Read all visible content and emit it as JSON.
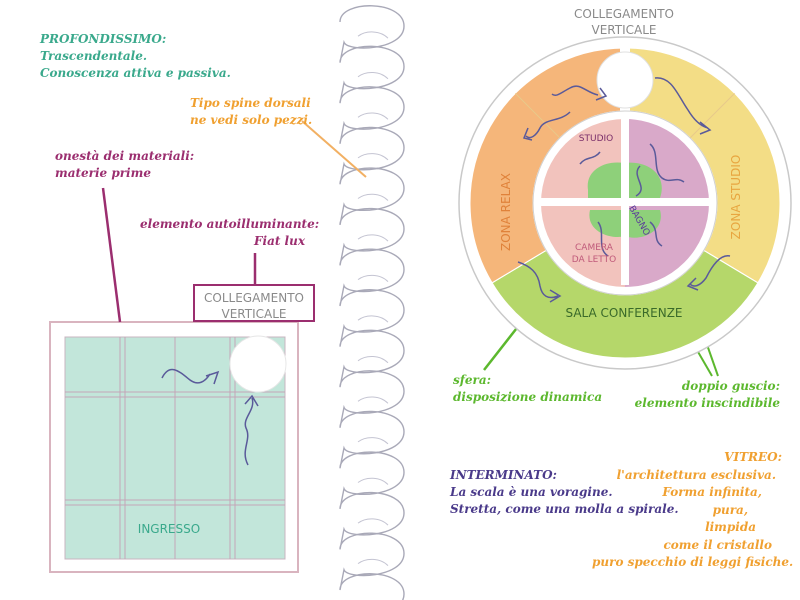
{
  "notes": {
    "profondissimo": {
      "lines": [
        "PROFONDISSIMO:",
        "Trascendentale.",
        "Conoscenza attiva e passiva."
      ],
      "color": "#3aa98c"
    },
    "spine": {
      "lines": [
        "Tipo spine dorsali",
        "ne vedi solo pezzi."
      ],
      "color": "#f0a030"
    },
    "onesta": {
      "lines": [
        "onestà dei materiali:",
        "materie prime"
      ],
      "color": "#9b2e6f"
    },
    "autoilluminante": {
      "lines": [
        "elemento autoilluminante:",
        "Fiat lux"
      ],
      "color": "#9b2e6f"
    },
    "sfera": {
      "lines": [
        "sfera:",
        "disposizione dinamica"
      ],
      "color": "#5cb82e"
    },
    "guscio": {
      "lines": [
        "doppio guscio:",
        "elemento inscindibile"
      ],
      "color": "#5cb82e"
    },
    "interminato": {
      "lines": [
        "INTERMINATO:",
        "La scala è una voragine.",
        "Stretta, come una molla a spirale."
      ],
      "color": "#4a3a8a"
    },
    "vitreo": {
      "lines": [
        "VITREO:",
        "l'architettura esclusiva.",
        "Forma infinita,",
        "pura,",
        "limpida",
        "come il cristallo",
        "puro specchio di leggi fisiche."
      ],
      "color": "#f0a030"
    }
  },
  "plan": {
    "box_line1": "COLLEGAMENTO",
    "box_line2": "VERTICALE",
    "ingresso": "INGRESSO"
  },
  "circle": {
    "top_line1": "COLLEGAMENTO",
    "top_line2": "VERTICALE",
    "zona_relax": "ZONA RELAX",
    "zona_studio": "ZONA STUDIO",
    "sala_conferenze": "SALA CONFERENZE",
    "studio": "STUDIO",
    "bagno": "BAGNO",
    "camera_line1": "CAMERA",
    "camera_line2": "DA LETTO"
  },
  "colors": {
    "relax": "#f5b67a",
    "studio_zone": "#f3dd86",
    "conferenze": "#b5d76a",
    "inner_pink": "#f2c3bd",
    "inner_purple": "#d9a9c9",
    "green_core": "#8ed07a",
    "plan_fill": "#c2e6da",
    "plan_border": "#d9b4bf",
    "accent_purple": "#9b2e6f",
    "spiral": "#a9a9b8"
  }
}
